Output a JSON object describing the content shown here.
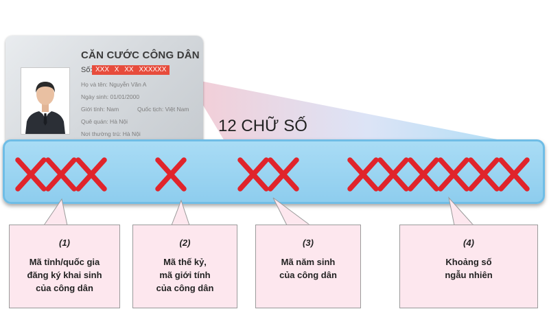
{
  "card": {
    "title": "CĂN CƯỚC CÔNG DÂN",
    "number_label": "Số:",
    "number_value": "XXX X XX XXXXXX",
    "fields": [
      "Họ và tên: Nguyễn Văn A",
      "Ngày sinh: 01/01/2000",
      "Giới tính: Nam",
      "Quê quán: Hà Nội",
      "Nơi thường trú: Hà Nội"
    ],
    "nationality": "Quốc tịch: Việt Nam"
  },
  "headline": "12 CHỮ SỐ",
  "groups": [
    {
      "count": 3,
      "number": "(1)",
      "lines": [
        "Mã tỉnh/quốc gia",
        "đăng ký khai sinh",
        "của công dân"
      ]
    },
    {
      "count": 1,
      "number": "(2)",
      "lines": [
        "Mã thế kỷ,",
        "mã giới tính",
        "của công dân"
      ]
    },
    {
      "count": 2,
      "number": "(3)",
      "lines": [
        "Mã năm sinh",
        "của công dân"
      ]
    },
    {
      "count": 6,
      "number": "(4)",
      "lines": [
        "Khoảng số",
        "ngẫu nhiên"
      ]
    }
  ],
  "colors": {
    "x_mark": "#e0242b",
    "bar": "#9ed6f2",
    "box": "#fde7ee",
    "card_number_bg": "#e74c3c"
  }
}
